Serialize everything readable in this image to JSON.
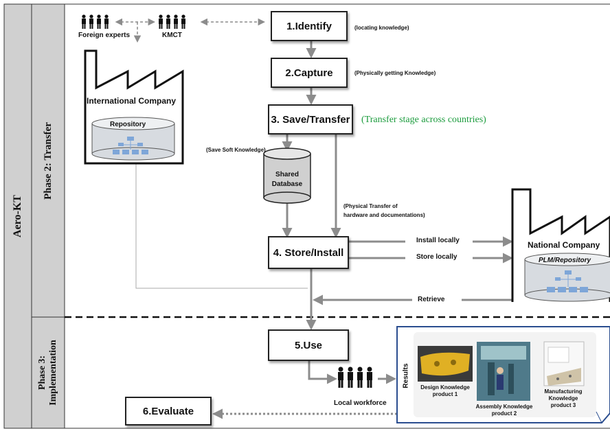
{
  "side_labels": {
    "project": "Aero-KT",
    "phase2": "Phase 2: Transfer",
    "phase3_line1": "Phase 3:",
    "phase3_line2": "Implementation"
  },
  "steps": {
    "identify": "1.Identify",
    "capture": "2.Capture",
    "save_transfer": "3. Save/Transfer",
    "store_install": "4. Store/Install",
    "use": "5.Use",
    "evaluate": "6.Evaluate"
  },
  "notes": {
    "identify": "(locating knowledge)",
    "capture": "(Physically getting Knowledge)",
    "save_transfer": "(Transfer stage across countries)",
    "save_soft": "(Save Soft Knowledge)",
    "physical_1": "(Physical Transfer of",
    "physical_2": "hardware and documentations)"
  },
  "actors": {
    "foreign_experts": "Foreign experts",
    "kmct": "KMCT",
    "local_workforce": "Local workforce"
  },
  "international": {
    "title": "International Company",
    "repository": "Repository"
  },
  "national": {
    "title": "National Company",
    "repository": "PLM/Repository"
  },
  "shared_db": {
    "line1": "Shared",
    "line2": "Database"
  },
  "flows": {
    "install_locally": "Install locally",
    "store_locally": "Store locally",
    "retrieve": "Retrieve"
  },
  "results": {
    "title": "Results",
    "p1_line1": "Design Knowledge",
    "p1_line2": "product 1",
    "p2_line1": "Assembly Knowledge",
    "p2_line2": "product 2",
    "p3_line1": "Manufacturing Knowledge",
    "p3_line2": "product  3"
  },
  "colors": {
    "accent_green": "#1a9b3c",
    "arrow_gray": "#8c8c8c",
    "repo_fill": "#d7dbe0",
    "repo_node": "#7ea6d8",
    "side_bg": "#d0d0d0",
    "results_border": "#2a4d8f"
  }
}
